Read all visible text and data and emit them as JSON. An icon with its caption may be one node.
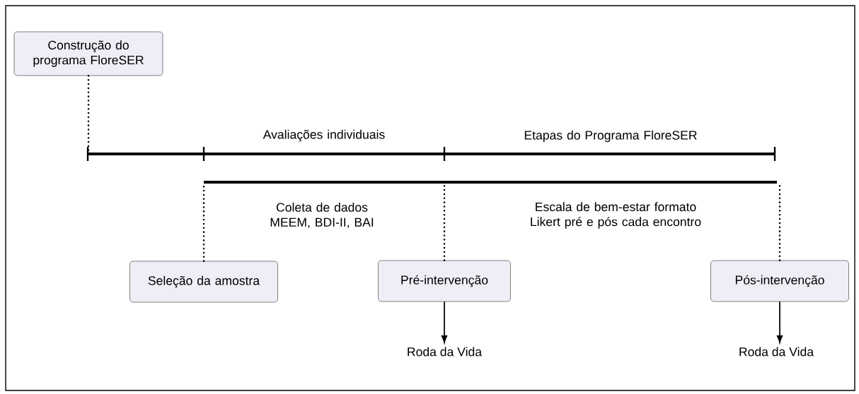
{
  "diagram": {
    "nodes": [
      {
        "text": [
          "Construção do programa FloreSER"
        ]
      },
      {
        "text": [],
        "shape": "bar"
      },
      {
        "text": [],
        "shape": "bar"
      },
      {
        "text": [
          "Seleção da amostra"
        ]
      },
      {
        "text": [
          "Pré-intervenção"
        ]
      },
      {
        "text": [
          "Pós-intervenção"
        ]
      },
      {
        "text": [
          "Roda da Vida"
        ]
      },
      {
        "text": [
          "Roda da Vida"
        ]
      }
    ],
    "edges": [
      {
        "from": 0,
        "to": 1,
        "arrow": "none",
        "style": "dashed"
      },
      {
        "from": 3,
        "to": 2,
        "arrow": "none",
        "style": "dashed"
      },
      {
        "from": 4,
        "to": 2,
        "arrow": "none",
        "style": "dashed"
      },
      {
        "from": 5,
        "to": 2,
        "arrow": "none",
        "style": "dashed"
      },
      {
        "from": 4,
        "to": 6,
        "arrow": "to"
      },
      {
        "from": 5,
        "to": 7,
        "arrow": "to"
      }
    ],
    "labels": [
      "Avaliações individuais",
      "Etapas do Programa FloreSER",
      "Coleta de dados MEEM, BDI-II, BAI",
      "Escala de bem-estar formato Likert pré e pós cada encontro"
    ]
  }
}
